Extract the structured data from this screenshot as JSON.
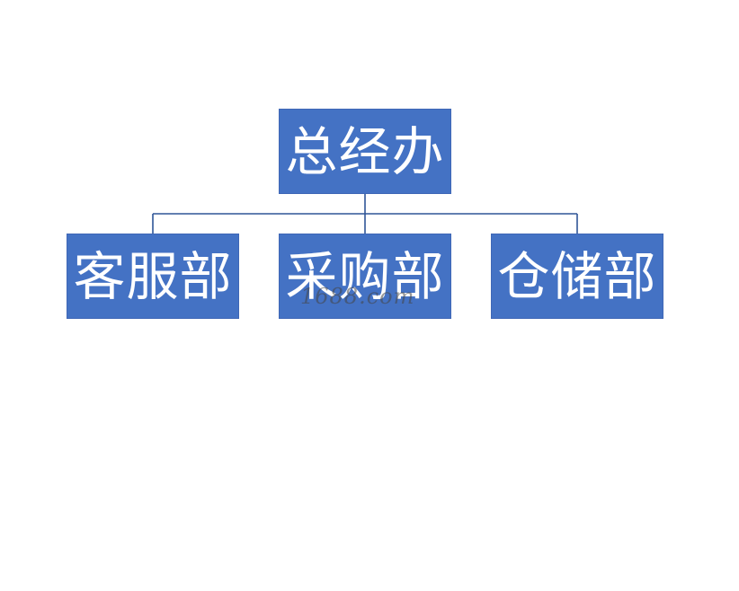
{
  "theme": {
    "node_fill": "#4472c4",
    "connector_color": "#2f5597"
  },
  "org_chart": {
    "root": {
      "label": "总经办"
    },
    "children": [
      {
        "label": "客服部"
      },
      {
        "label": "采购部"
      },
      {
        "label": "仓储部"
      }
    ]
  },
  "watermark": {
    "text": "1688.com"
  }
}
